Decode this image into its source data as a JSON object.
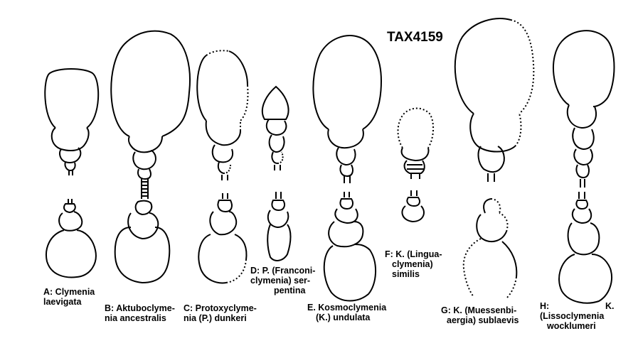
{
  "figure_code": "TAX4159",
  "taxa": [
    {
      "id": "A",
      "lines": [
        "A: Clymenia",
        "laevigata"
      ]
    },
    {
      "id": "B",
      "lines": [
        "B: Aktuboclyme-",
        "nia ancestralis"
      ]
    },
    {
      "id": "C",
      "lines": [
        "C: Protoxyclyme-",
        "nia (P.) dunkeri"
      ]
    },
    {
      "id": "D",
      "lines": [
        "D: P. (Franconi-",
        "clymenia) ser-",
        "pentina"
      ]
    },
    {
      "id": "E",
      "lines": [
        "E. Kosmoclymenia",
        "(K.) undulata"
      ]
    },
    {
      "id": "F",
      "lines": [
        "F: K. (Lingua-",
        "clymenia)",
        "similis"
      ]
    },
    {
      "id": "G",
      "lines": [
        "G: K. (Muessenbi-",
        "aergia) sublaevis"
      ]
    },
    {
      "id": "H",
      "lines": [
        "H:",
        "K.",
        "(Lissoclymenia",
        "wocklumeri"
      ]
    }
  ]
}
